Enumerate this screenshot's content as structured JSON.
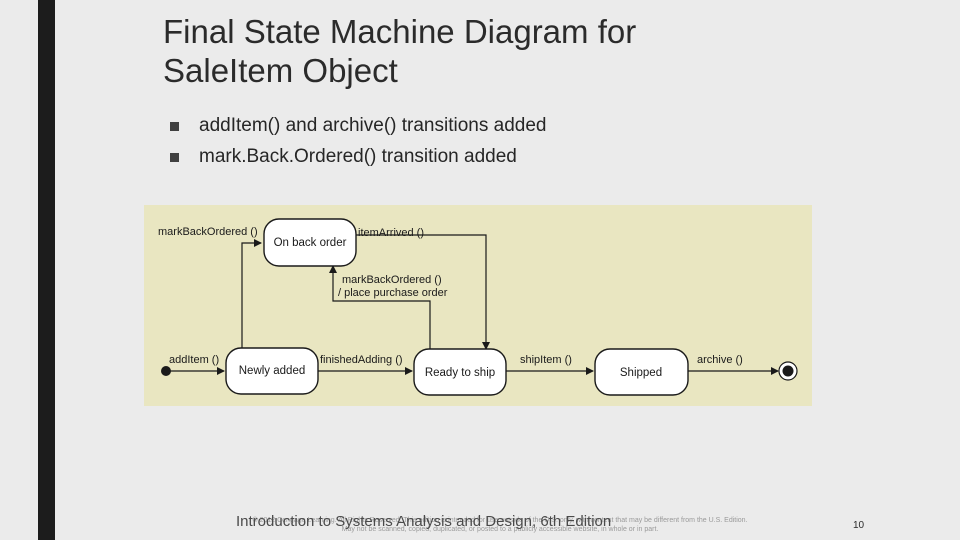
{
  "slide": {
    "title_line1": "Final State Machine Diagram for",
    "title_line2": "SaleItem Object",
    "bullets": [
      "addItem() and archive() transitions added",
      "mark.Back.Ordered() transition added"
    ],
    "page_number": "10"
  },
  "footer": {
    "book_title": "Introduction to Systems Analysis and Design, 6th Edition",
    "copyright_line1": "© 2012 Cengage Learning. All Rights Reserved. This edition is intended for use outside of the U.S. only, with content that may be different from the U.S. Edition.",
    "copyright_line2": "May not be scanned, copied, duplicated, or posted to a publicly accessible website, in whole or in part."
  },
  "diagram": {
    "states": {
      "on_back_order": "On back order",
      "newly_added": "Newly added",
      "ready_to_ship": "Ready to ship",
      "shipped": "Shipped"
    },
    "transitions": {
      "add_item": "addItem ()",
      "finished_adding": "finishedAdding ()",
      "ship_item": "shipItem ()",
      "archive": "archive ()",
      "mark_back_ordered_self": "markBackOrdered ()",
      "item_arrived": "itemArrived ()",
      "mark_back_ordered_line1": "markBackOrdered ()",
      "mark_back_ordered_line2": "/ place purchase order"
    },
    "colors": {
      "background": "#e9e6c1",
      "state_fill": "#ffffff",
      "line": "#1a1a1a"
    }
  }
}
